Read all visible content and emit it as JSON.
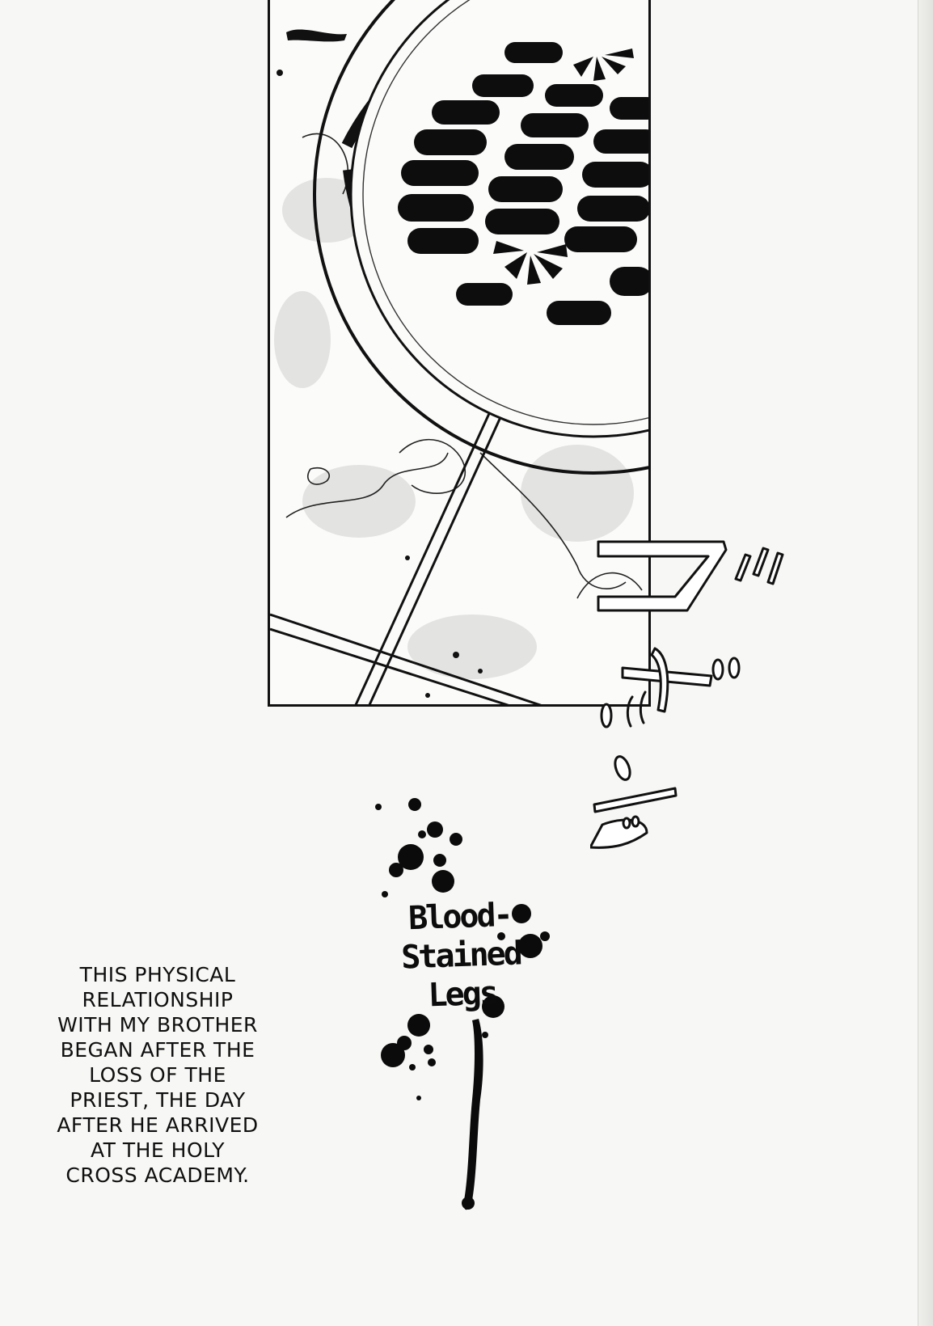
{
  "title": {
    "lines": [
      "Blood-",
      "Stained",
      "Legs"
    ]
  },
  "narration": {
    "lines": [
      "THIS PHYSICAL",
      "RELATIONSHIP",
      "WITH MY BROTHER",
      "BEGAN AFTER THE",
      "LOSS OF THE",
      "PRIEST, THE DAY",
      "AFTER HE ARRIVED",
      "AT THE HOLY",
      "CROSS ACADEMY."
    ]
  },
  "colors": {
    "ink": "#111111",
    "paper": "#f7f7f5",
    "shadow": "#d8d8d6"
  },
  "icons": {
    "drain": "shower-drain-illustration",
    "sfx": "sound-effect-lettering",
    "splatter": "blood-splatter-illustration"
  }
}
